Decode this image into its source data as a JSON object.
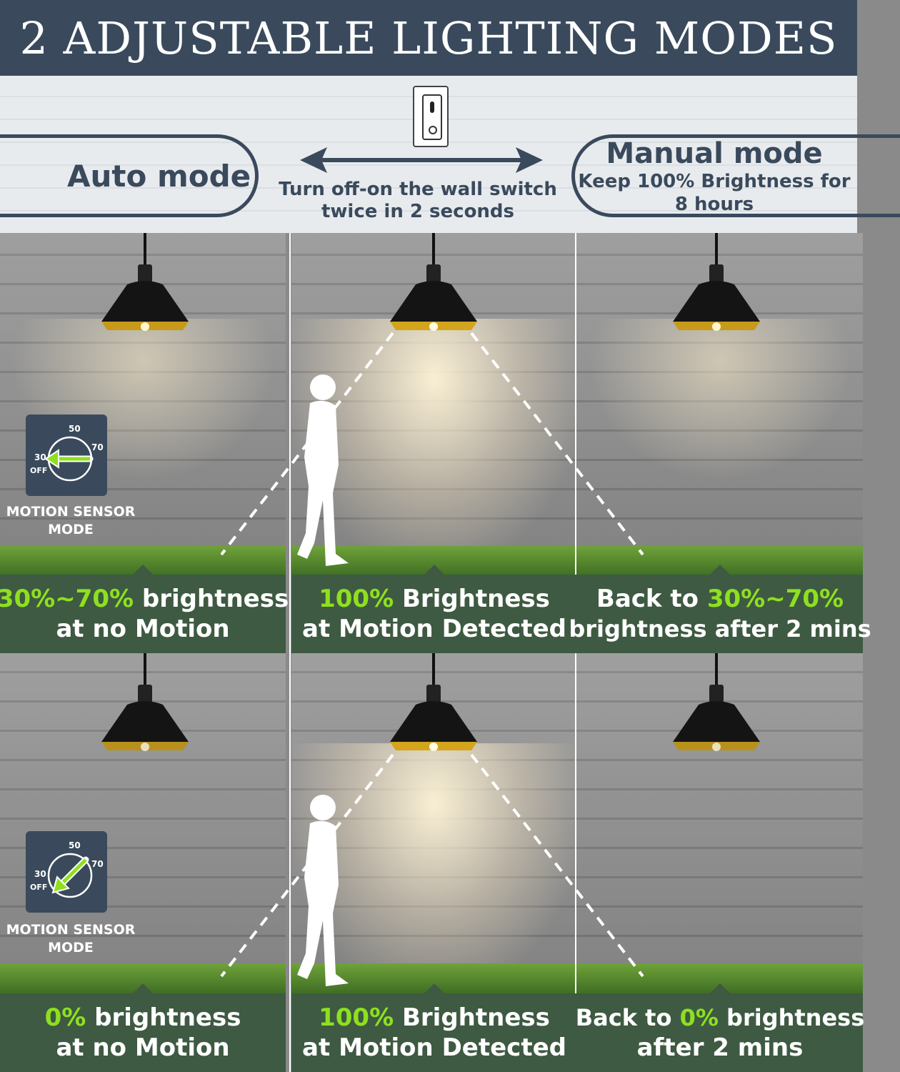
{
  "title": "2 ADJUSTABLE LIGHTING MODES",
  "auto_mode": "Auto mode",
  "switch_hint": [
    "Turn off-on the wall switch",
    "twice in 2 seconds"
  ],
  "manual_mode": {
    "title": "Manual mode",
    "desc": [
      "Keep 100% Brightness for",
      "8 hours"
    ]
  },
  "sensor": {
    "labels": [
      "MOTION SENSOR",
      "MODE"
    ],
    "dial": {
      "tick_50": "50",
      "tick_70": "70",
      "tick_30": "30",
      "tick_off": "OFF"
    },
    "top_setting_pct": 30,
    "bottom_setting_pct": 0
  },
  "colors": {
    "navy": "#3a4a5c",
    "highlight": "#8ee01f",
    "band": "#3e5a42"
  },
  "row1": [
    {
      "hl": "30%~70%",
      "rest": " brightness",
      "line2": "at no Motion"
    },
    {
      "hl": "100%",
      "rest": " Brightness",
      "line2": "at Motion Detected"
    },
    {
      "pre": "Back to ",
      "hl": "30%~70%",
      "line2": "brightness after 2 mins"
    }
  ],
  "row2": [
    {
      "hl": "0%",
      "rest": " brightness",
      "line2": "at no Motion"
    },
    {
      "hl": "100%",
      "rest": " Brightness",
      "line2": "at Motion Detected"
    },
    {
      "pre": "Back to ",
      "hl": "0%",
      "rest": " brightness",
      "line2": "after 2 mins"
    }
  ]
}
